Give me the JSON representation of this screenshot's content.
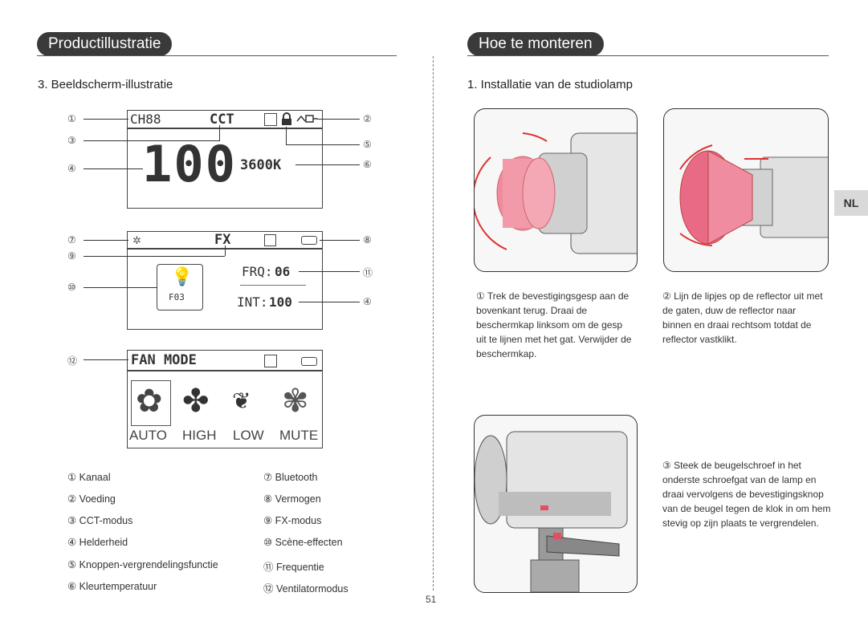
{
  "left": {
    "header": "Productillustratie",
    "subtitle": "3. Beeldscherm-illustratie",
    "screen1": {
      "channel": "CH88",
      "mode": "CCT",
      "brightness": "100",
      "temperature": "3600K"
    },
    "screen2": {
      "mode": "FX",
      "scene": "F03",
      "frq_label": "FRQ:",
      "frq_value": "06",
      "int_label": "INT:",
      "int_value": "100"
    },
    "screen3": {
      "title": "FAN MODE",
      "options": [
        "AUTO",
        "HIGH",
        "LOW",
        "MUTE"
      ]
    },
    "markers": [
      "①",
      "②",
      "③",
      "④",
      "⑤",
      "⑥",
      "⑦",
      "⑧",
      "⑨",
      "⑩",
      "⑪",
      "⑫"
    ],
    "legend_left": [
      "① Kanaal",
      "② Voeding",
      "③ CCT-modus",
      "④ Helderheid",
      "⑤ Knoppen-vergrendelingsfunctie",
      "⑥ Kleurtemperatuur"
    ],
    "legend_right": [
      "⑦ Bluetooth",
      "⑧ Vermogen",
      "⑨ FX-modus",
      "⑩ Scène-effecten",
      "⑪ Frequentie",
      "⑫ Ventilatormodus"
    ]
  },
  "right": {
    "header": "Hoe te monteren",
    "subtitle": "1. Installatie van de studiolamp",
    "step1": "① Trek de bevestigingsgesp aan de bovenkant terug. Draai de beschermkap linksom om de gesp uit te lijnen met het gat. Verwijder de beschermkap.",
    "step2": "② Lijn de lipjes op de reflector uit met de gaten, duw de reflector naar binnen en draai rechtsom totdat de reflector vastklikt.",
    "step3": "③ Steek de beugelschroef in het onderste schroefgat van de lamp en draai vervolgens de bevestigingsknop van de beugel tegen de klok in om hem stevig op zijn plaats te vergrendelen."
  },
  "side_tab": "NL",
  "page_number": "51"
}
